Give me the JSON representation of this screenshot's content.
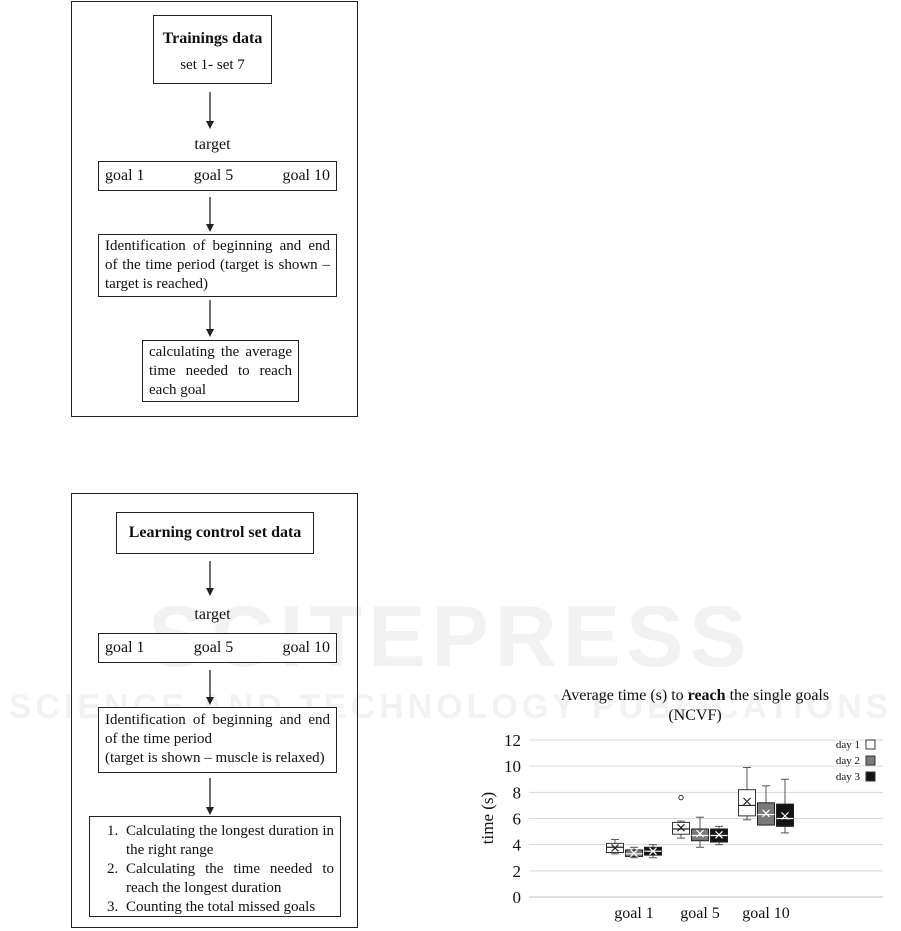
{
  "watermark": {
    "big": "SCITEPRESS",
    "small": "SCIENCE AND TECHNOLOGY PUBLICATIONS"
  },
  "diagram1": {
    "title": "Trainings data",
    "subtitle": "set 1- set 7",
    "target_label": "target",
    "goals": [
      "goal 1",
      "goal 5",
      "goal 10"
    ],
    "step1": "Identification of beginning and end of the time period (target is shown – target is reached)",
    "step2": "calculating the average time needed to reach each goal"
  },
  "diagram2": {
    "title": "Learning control set data",
    "target_label": "target",
    "goals": [
      "goal 1",
      "goal 5",
      "goal 10"
    ],
    "step1_line1": "Identification of beginning and end of the time period",
    "step1_line2": "(target is shown – muscle is relaxed)",
    "steps": [
      "Calculating the longest duration in the right range",
      "Calculating the time needed to reach the longest duration",
      "Counting the total missed goals"
    ]
  },
  "chart_data": {
    "type": "box",
    "title_pre": "Average time (s) to ",
    "title_bold": "reach",
    "title_post": " the single goals",
    "title_line2": "(NCVF)",
    "ylabel": "time (s)",
    "ylim": [
      0,
      12
    ],
    "yticks": [
      0,
      2,
      4,
      6,
      8,
      10,
      12
    ],
    "grid": true,
    "legend_position": "top-right",
    "categories": [
      "goal 1",
      "goal 5",
      "goal 10"
    ],
    "series": [
      {
        "name": "day 1",
        "color": "#ffffff",
        "boxes": [
          {
            "min": 3.3,
            "q1": 3.4,
            "median": 3.8,
            "q3": 4.1,
            "max": 4.4,
            "mean": 3.75,
            "outliers": []
          },
          {
            "min": 4.5,
            "q1": 4.8,
            "median": 5.2,
            "q3": 5.7,
            "max": 5.8,
            "mean": 5.3,
            "outliers": [
              7.6
            ]
          },
          {
            "min": 5.9,
            "q1": 6.2,
            "median": 7.0,
            "q3": 8.2,
            "max": 9.9,
            "mean": 7.3,
            "outliers": []
          }
        ]
      },
      {
        "name": "day 2",
        "color": "#7a7a7a",
        "boxes": [
          {
            "min": 3.0,
            "q1": 3.1,
            "median": 3.3,
            "q3": 3.6,
            "max": 3.8,
            "mean": 3.35,
            "outliers": []
          },
          {
            "min": 3.8,
            "q1": 4.3,
            "median": 4.7,
            "q3": 5.2,
            "max": 6.1,
            "mean": 4.85,
            "outliers": []
          },
          {
            "min": 5.5,
            "q1": 5.5,
            "median": 6.3,
            "q3": 7.2,
            "max": 8.5,
            "mean": 6.4,
            "outliers": []
          }
        ]
      },
      {
        "name": "day 3",
        "color": "#141414",
        "boxes": [
          {
            "min": 3.0,
            "q1": 3.2,
            "median": 3.5,
            "q3": 3.8,
            "max": 4.0,
            "mean": 3.5,
            "outliers": []
          },
          {
            "min": 4.0,
            "q1": 4.2,
            "median": 4.7,
            "q3": 5.2,
            "max": 5.4,
            "mean": 4.75,
            "outliers": []
          },
          {
            "min": 4.9,
            "q1": 5.4,
            "median": 6.0,
            "q3": 7.1,
            "max": 9.0,
            "mean": 6.2,
            "outliers": []
          }
        ]
      }
    ]
  }
}
